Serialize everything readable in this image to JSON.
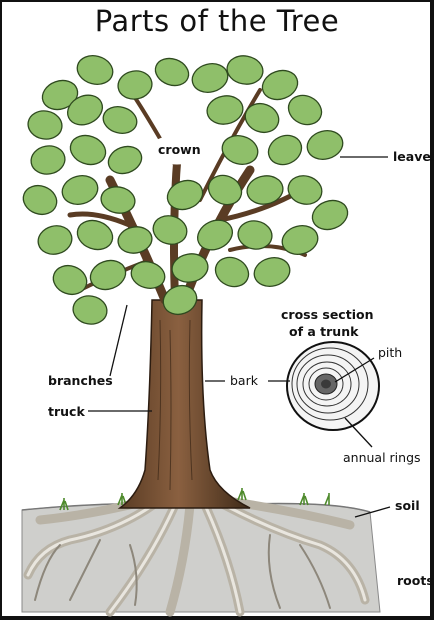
{
  "title": "Parts of the Tree",
  "labels": {
    "crown": "crown",
    "leaves": "leaves",
    "branches": "branches",
    "truck": "truck",
    "bark": "bark",
    "cross_section_line1": "cross section",
    "cross_section_line2": "of a trunk",
    "pith": "pith",
    "annual_rings": "annual rings",
    "soil": "soil",
    "roots": "roots"
  },
  "colors": {
    "leaf_fill": "#8fbf6a",
    "leaf_dark": "#5d8f3f",
    "trunk": "#7a5535",
    "trunk_dark": "#4e3420",
    "soil": "#c9c9c6",
    "root": "#c7c2b8",
    "ink": "#111111"
  }
}
